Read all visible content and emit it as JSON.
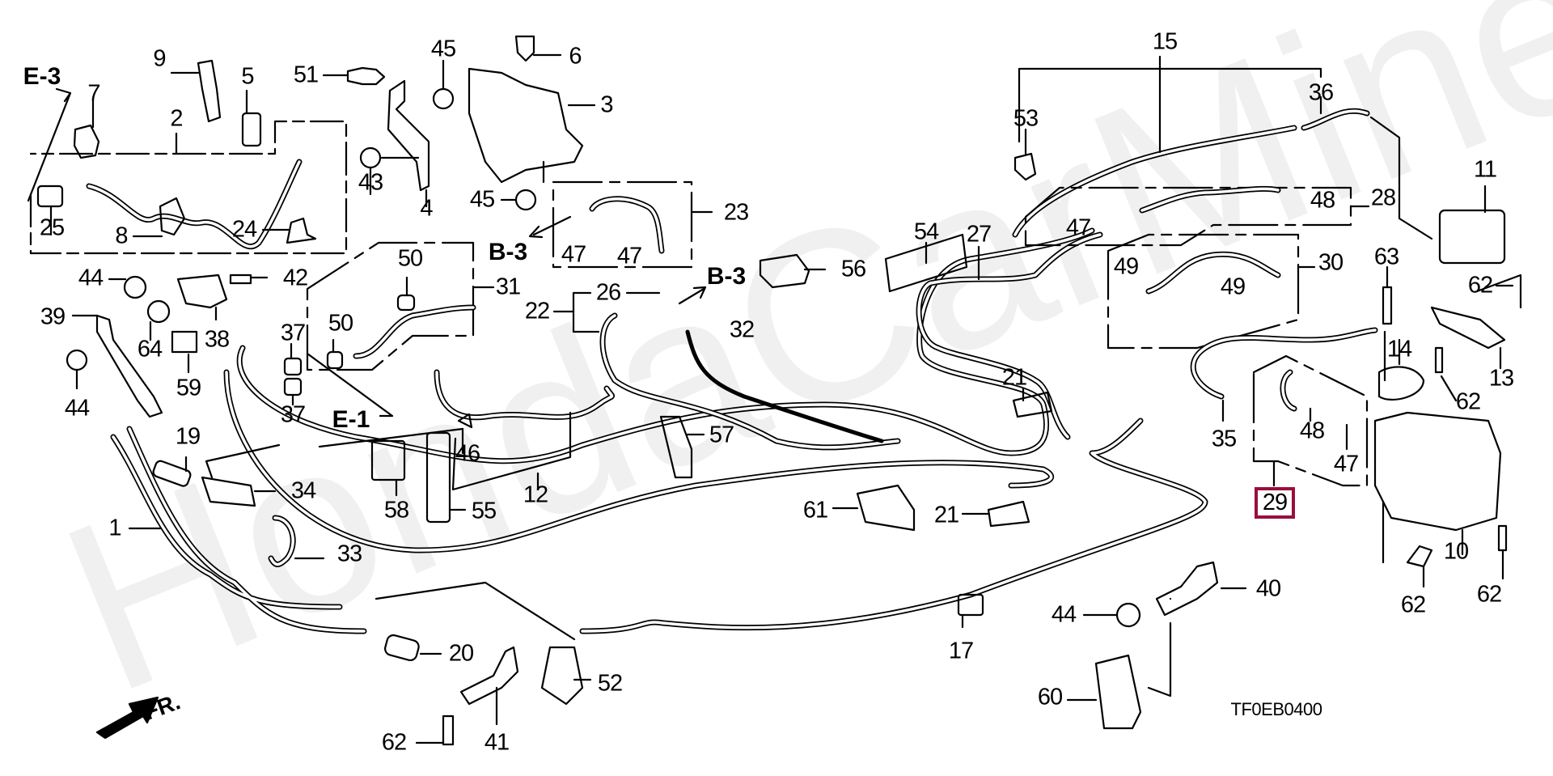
{
  "diagram": {
    "title": "Fuel / evaporative pipe and hose assembly parts diagram",
    "diagram_code": "TF0EB0400",
    "watermark": "HondaCarMine.ru",
    "front_indicator": "FR.",
    "highlight_color": "#9a0f3a",
    "highlighted_part": "29"
  },
  "refs": [
    {
      "id": "ref-e3",
      "text": "E-3"
    },
    {
      "id": "ref-b3-left",
      "text": "B-3"
    },
    {
      "id": "ref-b3-right",
      "text": "B-3"
    },
    {
      "id": "ref-e1",
      "text": "E-1"
    }
  ],
  "labels": [
    {
      "n": "9"
    },
    {
      "n": "5"
    },
    {
      "n": "7"
    },
    {
      "n": "2"
    },
    {
      "n": "25"
    },
    {
      "n": "8"
    },
    {
      "n": "24"
    },
    {
      "n": "51"
    },
    {
      "n": "45"
    },
    {
      "n": "6"
    },
    {
      "n": "3"
    },
    {
      "n": "43"
    },
    {
      "n": "4"
    },
    {
      "n": "45"
    },
    {
      "n": "23"
    },
    {
      "n": "47"
    },
    {
      "n": "47"
    },
    {
      "n": "44"
    },
    {
      "n": "42"
    },
    {
      "n": "39"
    },
    {
      "n": "64"
    },
    {
      "n": "38"
    },
    {
      "n": "59"
    },
    {
      "n": "44"
    },
    {
      "n": "50"
    },
    {
      "n": "31"
    },
    {
      "n": "50"
    },
    {
      "n": "37"
    },
    {
      "n": "37"
    },
    {
      "n": "22"
    },
    {
      "n": "26"
    },
    {
      "n": "32"
    },
    {
      "n": "56"
    },
    {
      "n": "19"
    },
    {
      "n": "34"
    },
    {
      "n": "1"
    },
    {
      "n": "33"
    },
    {
      "n": "46"
    },
    {
      "n": "58"
    },
    {
      "n": "55"
    },
    {
      "n": "12"
    },
    {
      "n": "57"
    },
    {
      "n": "20"
    },
    {
      "n": "52"
    },
    {
      "n": "62"
    },
    {
      "n": "41"
    },
    {
      "n": "17"
    },
    {
      "n": "15"
    },
    {
      "n": "53"
    },
    {
      "n": "36"
    },
    {
      "n": "54"
    },
    {
      "n": "47"
    },
    {
      "n": "48"
    },
    {
      "n": "28"
    },
    {
      "n": "49"
    },
    {
      "n": "49"
    },
    {
      "n": "30"
    },
    {
      "n": "27"
    },
    {
      "n": "21"
    },
    {
      "n": "21"
    },
    {
      "n": "61"
    },
    {
      "n": "11"
    },
    {
      "n": "62"
    },
    {
      "n": "63"
    },
    {
      "n": "13"
    },
    {
      "n": "14"
    },
    {
      "n": "62"
    },
    {
      "n": "35"
    },
    {
      "n": "48"
    },
    {
      "n": "47"
    },
    {
      "n": "10"
    },
    {
      "n": "62"
    },
    {
      "n": "62"
    },
    {
      "n": "40"
    },
    {
      "n": "44"
    },
    {
      "n": "60"
    }
  ]
}
